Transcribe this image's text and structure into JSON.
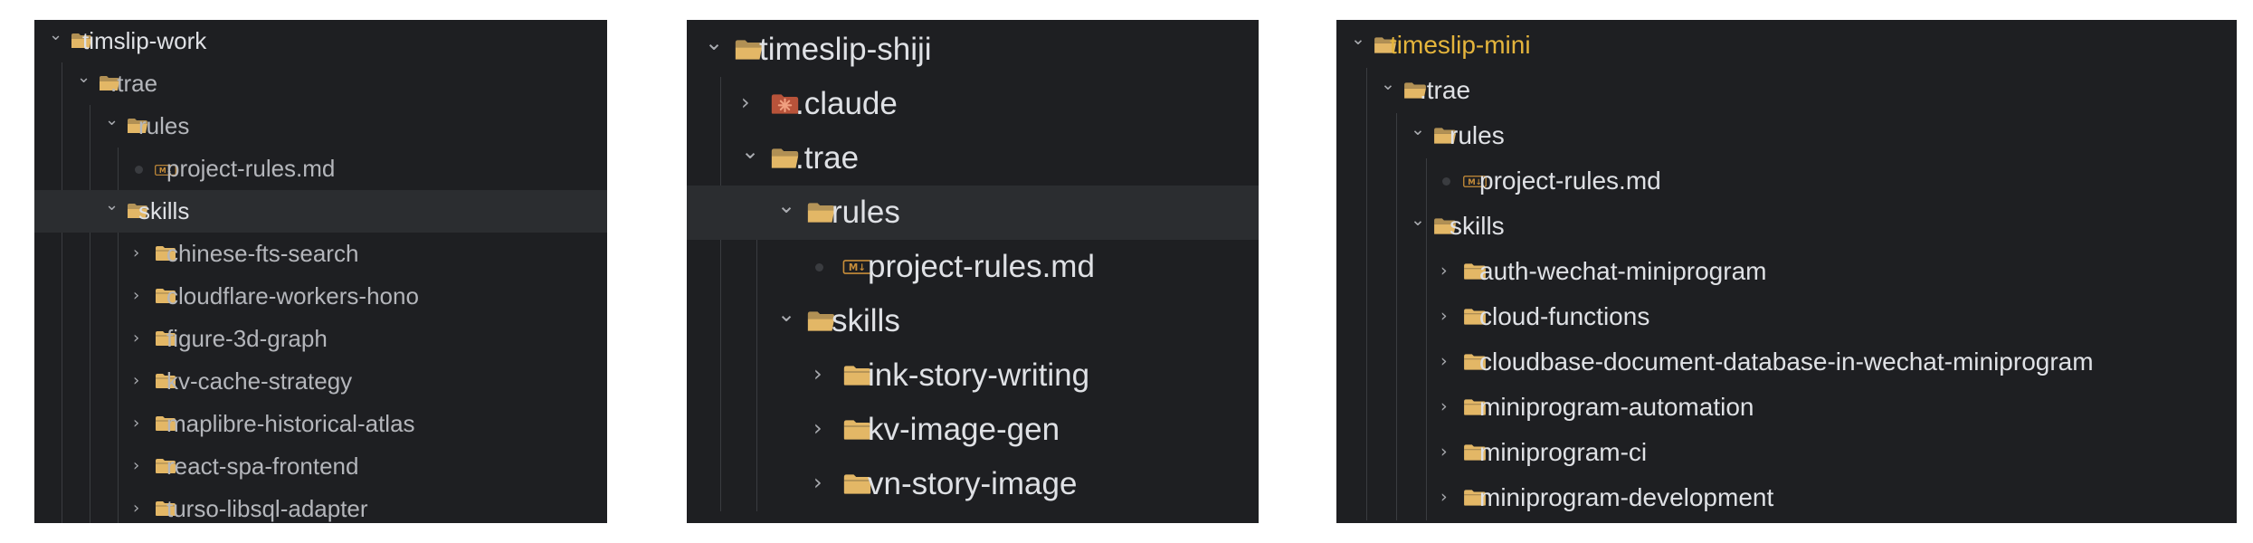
{
  "colors": {
    "panel_bg": "#1e1f22",
    "selected_row_bg": "#2b2d30",
    "folder": "#e3b766",
    "text": "#dfe1e5",
    "root_accent": "#e5b53c",
    "markdown_badge": "#c88e3a",
    "claude_icon": "#d3623e"
  },
  "panels": [
    {
      "root": "timslip-work",
      "items": [
        {
          "label": "timslip-work",
          "icon": "folder-open-icon",
          "chevron": "chevron-down-icon"
        },
        {
          "label": ".trae",
          "icon": "folder-open-icon",
          "chevron": "chevron-down-icon"
        },
        {
          "label": "rules",
          "icon": "folder-open-icon",
          "chevron": "chevron-down-icon"
        },
        {
          "label": "project-rules.md",
          "icon": "markdown-file-icon",
          "badge": "M↓"
        },
        {
          "label": "skills",
          "icon": "folder-open-icon",
          "chevron": "chevron-down-icon",
          "selected": true
        },
        {
          "label": "chinese-fts-search",
          "icon": "folder-icon",
          "chevron": "chevron-right-icon"
        },
        {
          "label": "cloudflare-workers-hono",
          "icon": "folder-icon",
          "chevron": "chevron-right-icon"
        },
        {
          "label": "figure-3d-graph",
          "icon": "folder-icon",
          "chevron": "chevron-right-icon"
        },
        {
          "label": "kv-cache-strategy",
          "icon": "folder-icon",
          "chevron": "chevron-right-icon"
        },
        {
          "label": "maplibre-historical-atlas",
          "icon": "folder-icon",
          "chevron": "chevron-right-icon"
        },
        {
          "label": "react-spa-frontend",
          "icon": "folder-icon",
          "chevron": "chevron-right-icon"
        },
        {
          "label": "turso-libsql-adapter",
          "icon": "folder-icon",
          "chevron": "chevron-right-icon"
        }
      ]
    },
    {
      "root": "timeslip-shiji",
      "items": [
        {
          "label": "timeslip-shiji",
          "icon": "folder-open-icon",
          "chevron": "chevron-down-icon"
        },
        {
          "label": ".claude",
          "icon": "claude-folder-icon",
          "chevron": "chevron-right-icon"
        },
        {
          "label": ".trae",
          "icon": "folder-open-icon",
          "chevron": "chevron-down-icon"
        },
        {
          "label": "rules",
          "icon": "folder-open-icon",
          "chevron": "chevron-down-icon",
          "selected": true
        },
        {
          "label": "project-rules.md",
          "icon": "markdown-file-icon",
          "badge": "M↓"
        },
        {
          "label": "skills",
          "icon": "folder-open-icon",
          "chevron": "chevron-down-icon"
        },
        {
          "label": "ink-story-writing",
          "icon": "folder-icon",
          "chevron": "chevron-right-icon"
        },
        {
          "label": "kv-image-gen",
          "icon": "folder-icon",
          "chevron": "chevron-right-icon"
        },
        {
          "label": "vn-story-image",
          "icon": "folder-icon",
          "chevron": "chevron-right-icon"
        }
      ]
    },
    {
      "root": "timeslip-mini",
      "items": [
        {
          "label": "timeslip-mini",
          "icon": "folder-open-icon",
          "chevron": "chevron-down-icon"
        },
        {
          "label": ".trae",
          "icon": "folder-open-icon",
          "chevron": "chevron-down-icon"
        },
        {
          "label": "rules",
          "icon": "folder-open-icon",
          "chevron": "chevron-down-icon"
        },
        {
          "label": "project-rules.md",
          "icon": "markdown-file-icon",
          "badge": "M↓"
        },
        {
          "label": "skills",
          "icon": "folder-open-icon",
          "chevron": "chevron-down-icon"
        },
        {
          "label": "auth-wechat-miniprogram",
          "icon": "folder-icon",
          "chevron": "chevron-right-icon"
        },
        {
          "label": "cloud-functions",
          "icon": "folder-icon",
          "chevron": "chevron-right-icon"
        },
        {
          "label": "cloudbase-document-database-in-wechat-miniprogram",
          "icon": "folder-icon",
          "chevron": "chevron-right-icon"
        },
        {
          "label": "miniprogram-automation",
          "icon": "folder-icon",
          "chevron": "chevron-right-icon"
        },
        {
          "label": "miniprogram-ci",
          "icon": "folder-icon",
          "chevron": "chevron-right-icon"
        },
        {
          "label": "miniprogram-development",
          "icon": "folder-icon",
          "chevron": "chevron-right-icon"
        }
      ]
    }
  ]
}
